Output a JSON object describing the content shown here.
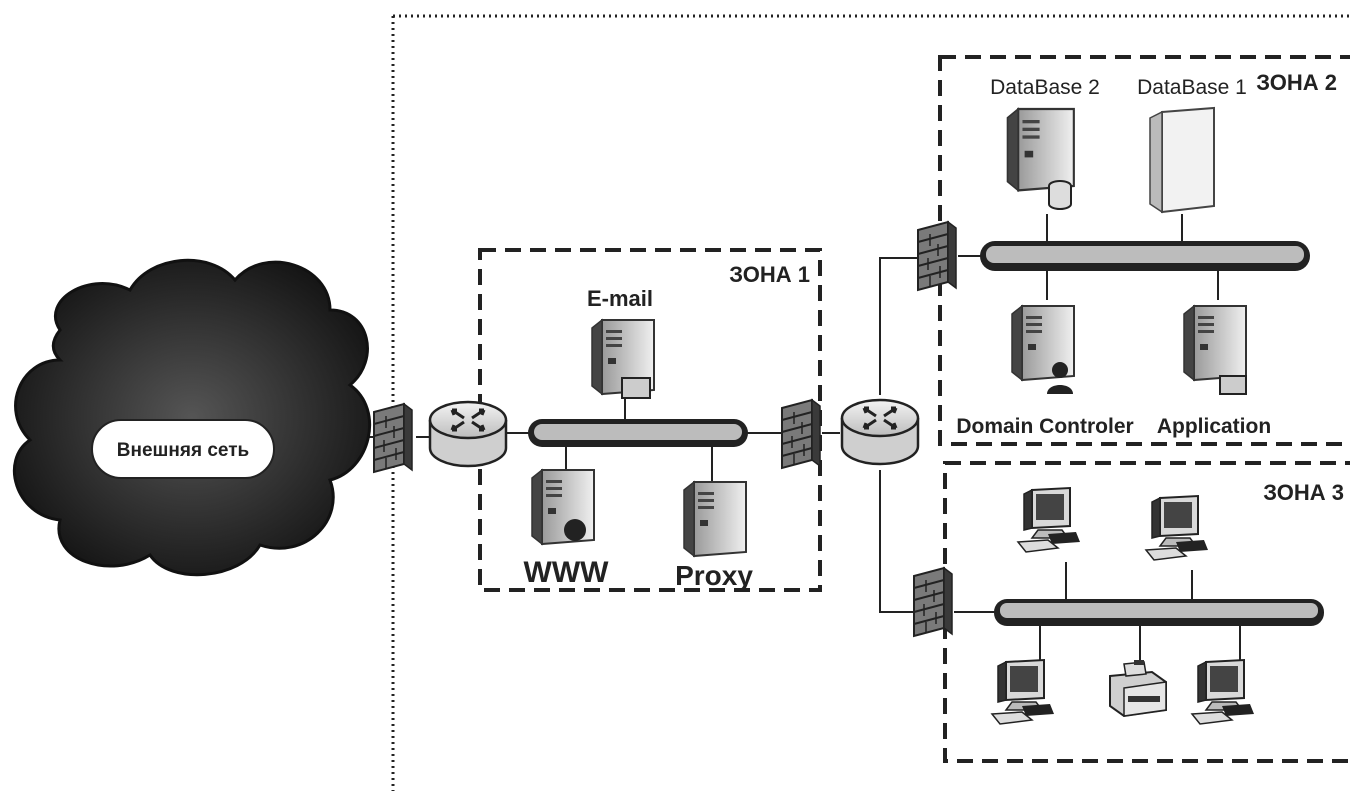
{
  "external_network": {
    "label": "Внешняя сеть"
  },
  "zones": {
    "zone1": {
      "label": "ЗОНА 1"
    },
    "zone2": {
      "label": "ЗОНА 2"
    },
    "zone3": {
      "label": "ЗОНА 3"
    }
  },
  "servers": {
    "email": {
      "label": "E-mail"
    },
    "www": {
      "label": "WWW"
    },
    "proxy": {
      "label": "Proxy"
    },
    "database2": {
      "label": "DataBase 2"
    },
    "database1": {
      "label": "DataBase 1"
    },
    "domain_controller": {
      "label": "Domain Controler"
    },
    "application": {
      "label": "Application"
    }
  },
  "icons": {
    "cloud": "cloud-icon",
    "firewall": "firewall-icon",
    "router": "router-icon",
    "server": "server-icon",
    "workstation": "workstation-icon",
    "printer": "printer-icon"
  },
  "colors": {
    "line": "#222222",
    "bus_fill": "#bcbcbc",
    "cloud_dark": "#1a1a1a"
  }
}
